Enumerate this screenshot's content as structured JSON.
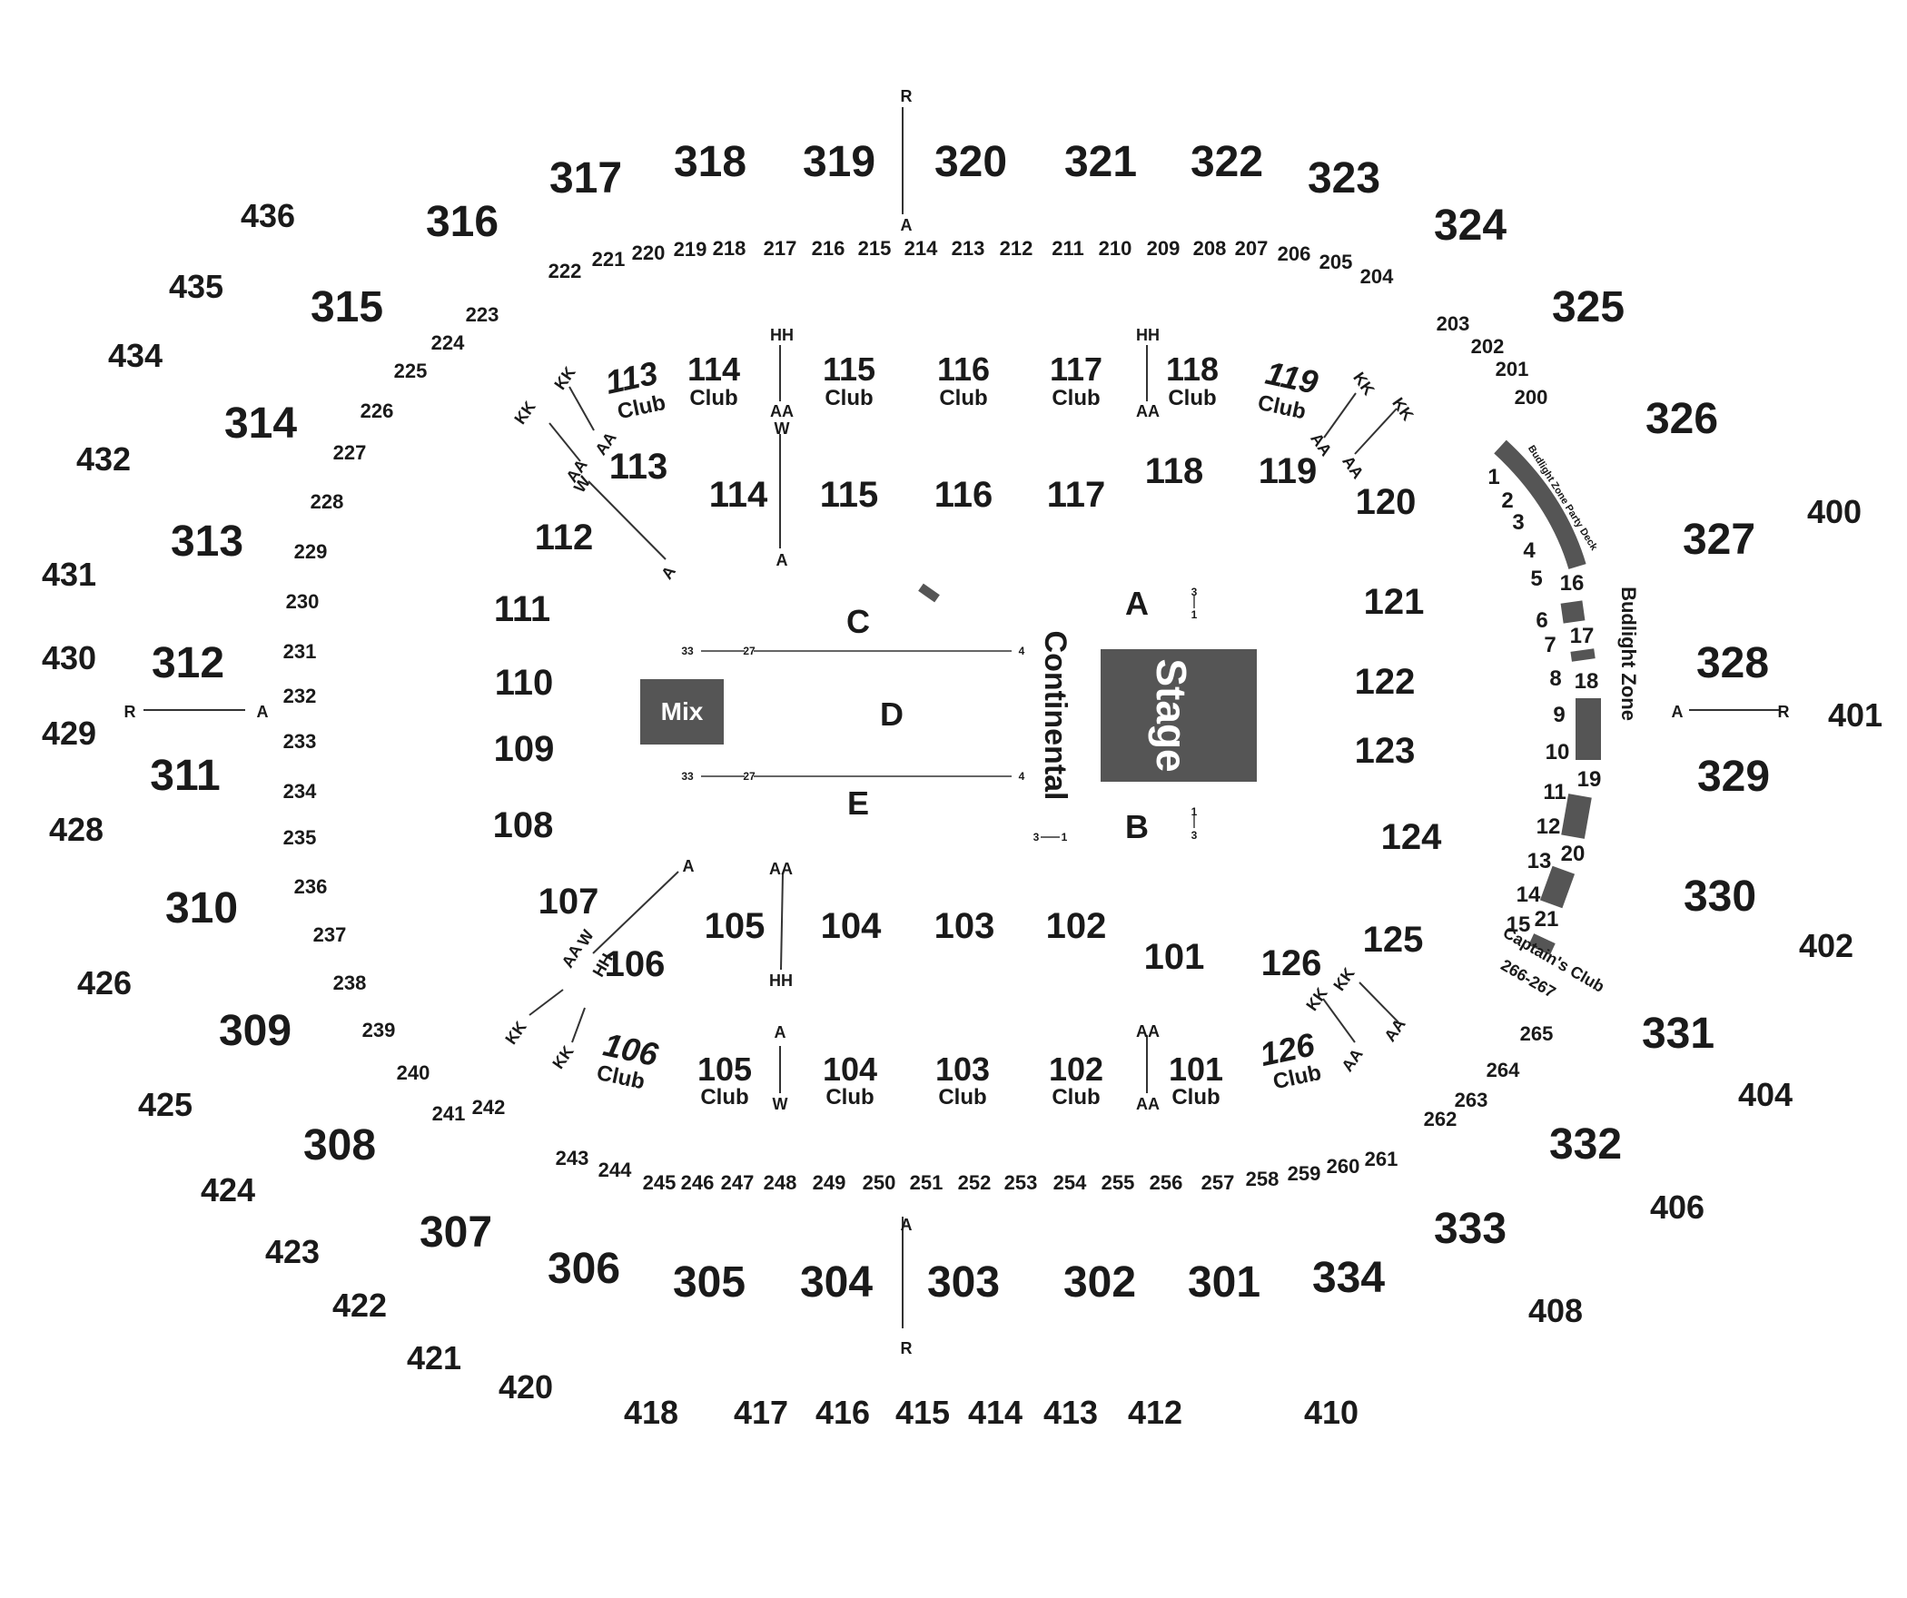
{
  "colors": {
    "block": "#555555",
    "text": "#1a1a1a",
    "background": "#ffffff"
  },
  "floor": {
    "stage": "Stage",
    "mix": "Mix",
    "continental": "Continental",
    "c": "C",
    "d": "D",
    "e": "E",
    "a": "A",
    "b": "B",
    "row_c_33": "33",
    "row_c_27": "27",
    "row_c_4": "4",
    "row_e_33": "33",
    "row_e_27": "27",
    "row_e_4": "4",
    "a_rows_3": "3",
    "a_rows_1": "1",
    "b_rows_1": "1",
    "b_rows_3": "3",
    "cont_3": "3",
    "cont_1": "1"
  },
  "zones": {
    "budlight_zone": "Budlight Zone",
    "party_deck": "Budlight Zone Party Deck",
    "captains_club": "Captain's Club",
    "captains_range": "266-267"
  },
  "clubs": {
    "word": "Club",
    "top": [
      "113",
      "114",
      "115",
      "116",
      "117",
      "118",
      "119"
    ],
    "bottom": [
      "106",
      "105",
      "104",
      "103",
      "102",
      "101",
      "126"
    ]
  },
  "row_markers": [
    "R",
    "A",
    "A",
    "R",
    "R",
    "A",
    "A",
    "R",
    "HH",
    "AA",
    "W",
    "A",
    "HH",
    "AA",
    "KK",
    "KK",
    "AA",
    "AA",
    "W",
    "A",
    "KK",
    "KK",
    "AA",
    "AA",
    "A",
    "W",
    "AA",
    "HH",
    "AA",
    "HH",
    "A",
    "W",
    "AA",
    "AA",
    "KK",
    "KK",
    "AA",
    "AA",
    "KK",
    "KK"
  ],
  "sections_100": [
    "113",
    "114",
    "115",
    "116",
    "117",
    "118",
    "119",
    "112",
    "120",
    "111",
    "121",
    "110",
    "122",
    "109",
    "123",
    "108",
    "124",
    "107",
    "125",
    "106",
    "105",
    "104",
    "103",
    "102",
    "101",
    "126"
  ],
  "sections_200": [
    "222",
    "221",
    "220",
    "219",
    "218",
    "217",
    "216",
    "215",
    "214",
    "213",
    "212",
    "211",
    "210",
    "209",
    "208",
    "207",
    "206",
    "205",
    "204",
    "223",
    "224",
    "225",
    "226",
    "227",
    "228",
    "229",
    "230",
    "231",
    "232",
    "233",
    "234",
    "235",
    "236",
    "237",
    "238",
    "239",
    "240",
    "241",
    "242",
    "203",
    "202",
    "201",
    "200",
    "265",
    "264",
    "263",
    "262",
    "261",
    "243",
    "244",
    "245",
    "246",
    "247",
    "248",
    "249",
    "250",
    "251",
    "252",
    "253",
    "254",
    "255",
    "256",
    "257",
    "258",
    "259",
    "260"
  ],
  "sections_300": [
    "317",
    "318",
    "319",
    "320",
    "321",
    "322",
    "323",
    "316",
    "324",
    "315",
    "325",
    "314",
    "326",
    "313",
    "327",
    "312",
    "328",
    "311",
    "329",
    "310",
    "330",
    "309",
    "331",
    "308",
    "332",
    "307",
    "333",
    "306",
    "305",
    "304",
    "303",
    "302",
    "301",
    "334"
  ],
  "sections_400": [
    "436",
    "435",
    "434",
    "432",
    "431",
    "430",
    "429",
    "428",
    "426",
    "425",
    "424",
    "423",
    "422",
    "421",
    "420",
    "418",
    "417",
    "416",
    "415",
    "414",
    "413",
    "412",
    "410",
    "408",
    "406",
    "404",
    "402",
    "401",
    "400"
  ],
  "budlight_numbers": [
    "1",
    "2",
    "3",
    "4",
    "5",
    "6",
    "7",
    "8",
    "9",
    "10",
    "11",
    "12",
    "13",
    "14",
    "15",
    "16",
    "17",
    "18",
    "19",
    "20",
    "21"
  ]
}
